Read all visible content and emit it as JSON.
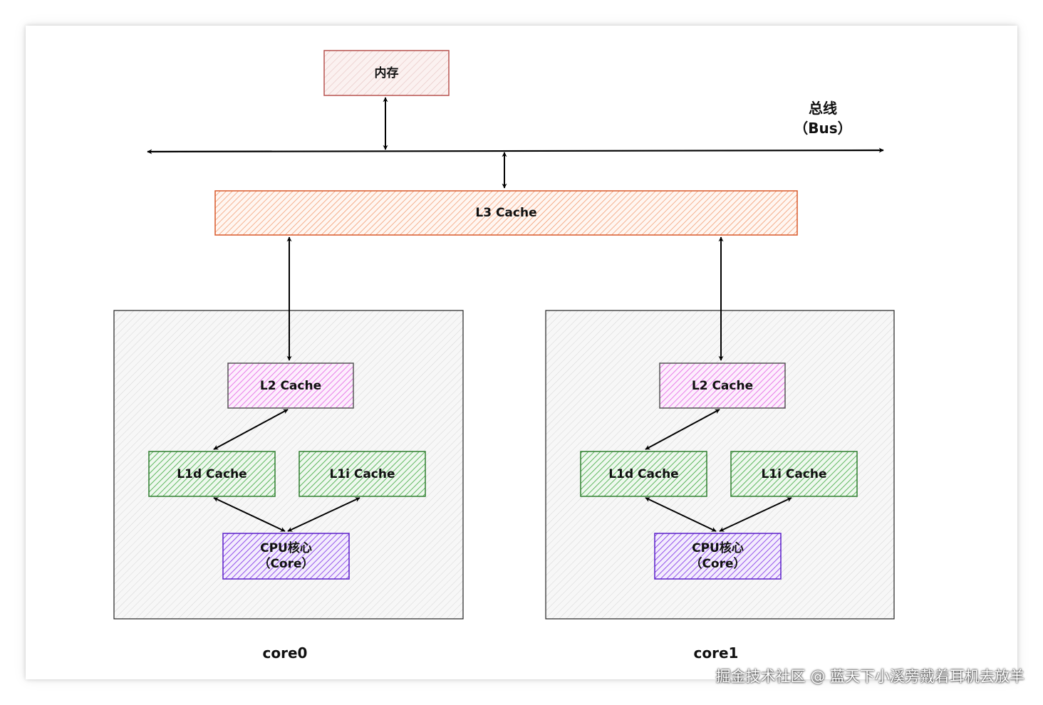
{
  "nodes": {
    "memory": "内存",
    "bus": "总线\n（Bus）",
    "l3": "L3 Cache",
    "core0": {
      "caption": "core0",
      "l2": "L2 Cache",
      "l1d": "L1d Cache",
      "l1i": "L1i Cache",
      "cpu": "CPU核心\n（Core）"
    },
    "core1": {
      "caption": "core1",
      "l2": "L2 Cache",
      "l1d": "L1d Cache",
      "l1i": "L1i Cache",
      "cpu": "CPU核心\n（Core）"
    }
  },
  "watermark": "掘金技术社区 @ 蓝天下小溪旁戴着耳机去放羊",
  "colors": {
    "memory": "#b85450",
    "l3": "#d9592a",
    "l2": "#cc33cc",
    "l1": "#2e8b2e",
    "cpu": "#6a1fd1",
    "core_box": "#999999",
    "arrow": "#000000"
  }
}
